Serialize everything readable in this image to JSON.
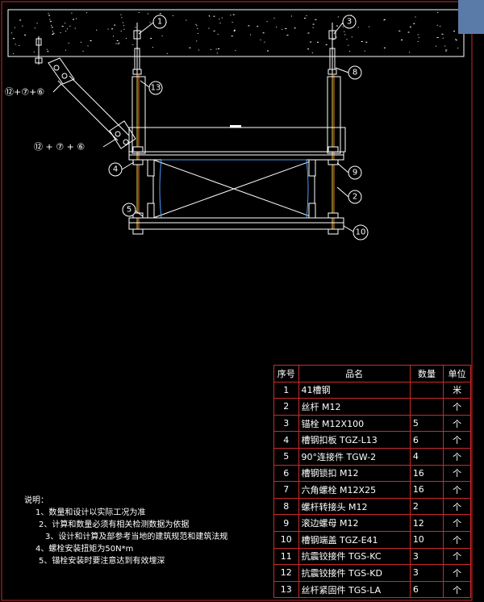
{
  "callouts": {
    "c1": "1",
    "c3": "3",
    "c13": "13",
    "c8": "8",
    "c4": "4",
    "c9": "9",
    "c2": "2",
    "c5": "5",
    "c10": "10",
    "combo_upper": "⑫+⑦+⑥",
    "combo_lower": "⑫ + ⑦ + ⑥"
  },
  "notes": {
    "title": "说明：",
    "lines": [
      "1、数量和设计以实际工况为准",
      "2、计算和数量必须有相关检测数据为依据",
      "3、设计和计算及部参考当地的建筑规范和建筑法规",
      "4、螺栓安装扭矩为50N*m",
      "5、锚栓安装时要注意达到有效埋深"
    ]
  },
  "table": {
    "headers": [
      "序号",
      "品名",
      "数量",
      "单位"
    ],
    "rows": [
      [
        "1",
        "41槽钢",
        "",
        "米"
      ],
      [
        "2",
        "丝杆 M12",
        "",
        "个"
      ],
      [
        "3",
        "锚栓 M12X100",
        "5",
        "个"
      ],
      [
        "4",
        "槽钢扣板 TGZ-L13",
        "6",
        "个"
      ],
      [
        "5",
        "90°连接件 TGW-2",
        "4",
        "个"
      ],
      [
        "6",
        "槽钢锁扣 M12",
        "16",
        "个"
      ],
      [
        "7",
        "六角螺栓 M12X25",
        "16",
        "个"
      ],
      [
        "8",
        "螺杆转接头 M12",
        "2",
        "个"
      ],
      [
        "9",
        "滚边螺母 M12",
        "12",
        "个"
      ],
      [
        "10",
        "槽钢端盖 TGZ-E41",
        "10",
        "个"
      ],
      [
        "11",
        "抗震铰接件 TGS-KC",
        "3",
        "个"
      ],
      [
        "12",
        "抗震铰接件 TGS-KD",
        "3",
        "个"
      ],
      [
        "13",
        "丝杆紧固件 TGS-LA",
        "6",
        "个"
      ]
    ]
  },
  "colors": {
    "frame": "#cc2a2a",
    "line": "#ffffff",
    "blue": "#4aa0ff",
    "yellow": "#e8d84a"
  }
}
